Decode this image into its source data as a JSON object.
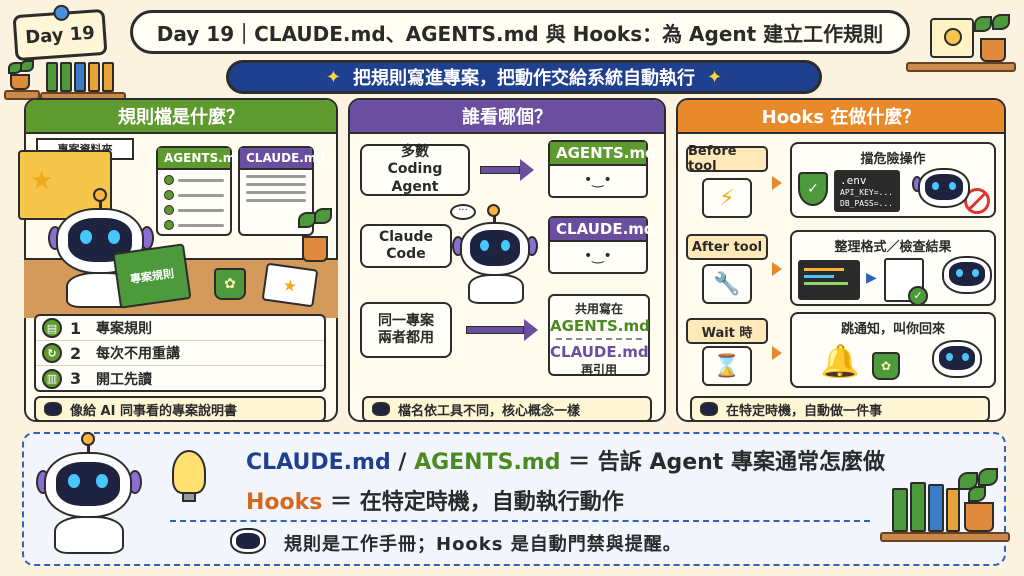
{
  "badge": "Day 19",
  "title": "Day 19｜CLAUDE.md、AGENTS.md 與 Hooks：為 Agent 建立工作規則",
  "subtitle": "把規則寫進專案，把動作交給系統自動執行",
  "left_panel": {
    "heading": "規則檔是什麼？",
    "folder_label": "專案資料夾",
    "file1": "AGENTS.md",
    "file2": "CLAUDE.md",
    "book_text": "專案規則",
    "items": [
      {
        "num": "1",
        "label": "專案規則"
      },
      {
        "num": "2",
        "label": "每次不用重講"
      },
      {
        "num": "3",
        "label": "開工先讀"
      }
    ],
    "footer": "像給 AI 同事看的專案說明書"
  },
  "middle_panel": {
    "heading": "誰看哪個？",
    "row1_label": "多數\nCoding Agent",
    "row1_file": "AGENTS.md",
    "row2_label": "Claude Code",
    "row2_file": "CLAUDE.md",
    "row3_label": "同一專案\n兩者都用",
    "shared_top": "共用寫在",
    "shared_file1": "AGENTS.md",
    "shared_file2": "CLAUDE.md",
    "shared_bottom": "再引用",
    "footer": "檔名依工具不同，核心概念一樣"
  },
  "right_panel": {
    "heading": "Hooks 在做什麼？",
    "hooks": [
      {
        "label": "Before tool",
        "desc": "擋危險操作",
        "icon": "lightning-icon"
      },
      {
        "label": "After tool",
        "desc": "整理格式／檢查結果",
        "icon": "wrench-icon"
      },
      {
        "label": "Wait 時",
        "desc": "跳通知，叫你回來",
        "icon": "hourglass-icon"
      }
    ],
    "env_lines": [
      ".env",
      "API_KEY=...",
      "DB_PASS=..."
    ],
    "footer": "在特定時機，自動做一件事"
  },
  "summary": {
    "line1_a": "CLAUDE.md",
    "line1_sep": " / ",
    "line1_b": "AGENTS.md",
    "line1_rest": " ＝ 告訴 Agent 專案通常怎麼做",
    "line2_a": "Hooks",
    "line2_rest": " ＝ 在特定時機，自動執行動作",
    "line3": "規則是工作手冊；Hooks 是自動門禁與提醒。"
  },
  "colors": {
    "green": "#5e9a2e",
    "purple": "#6a4fa0",
    "orange": "#e8892a",
    "navy": "#1f3f8f"
  }
}
